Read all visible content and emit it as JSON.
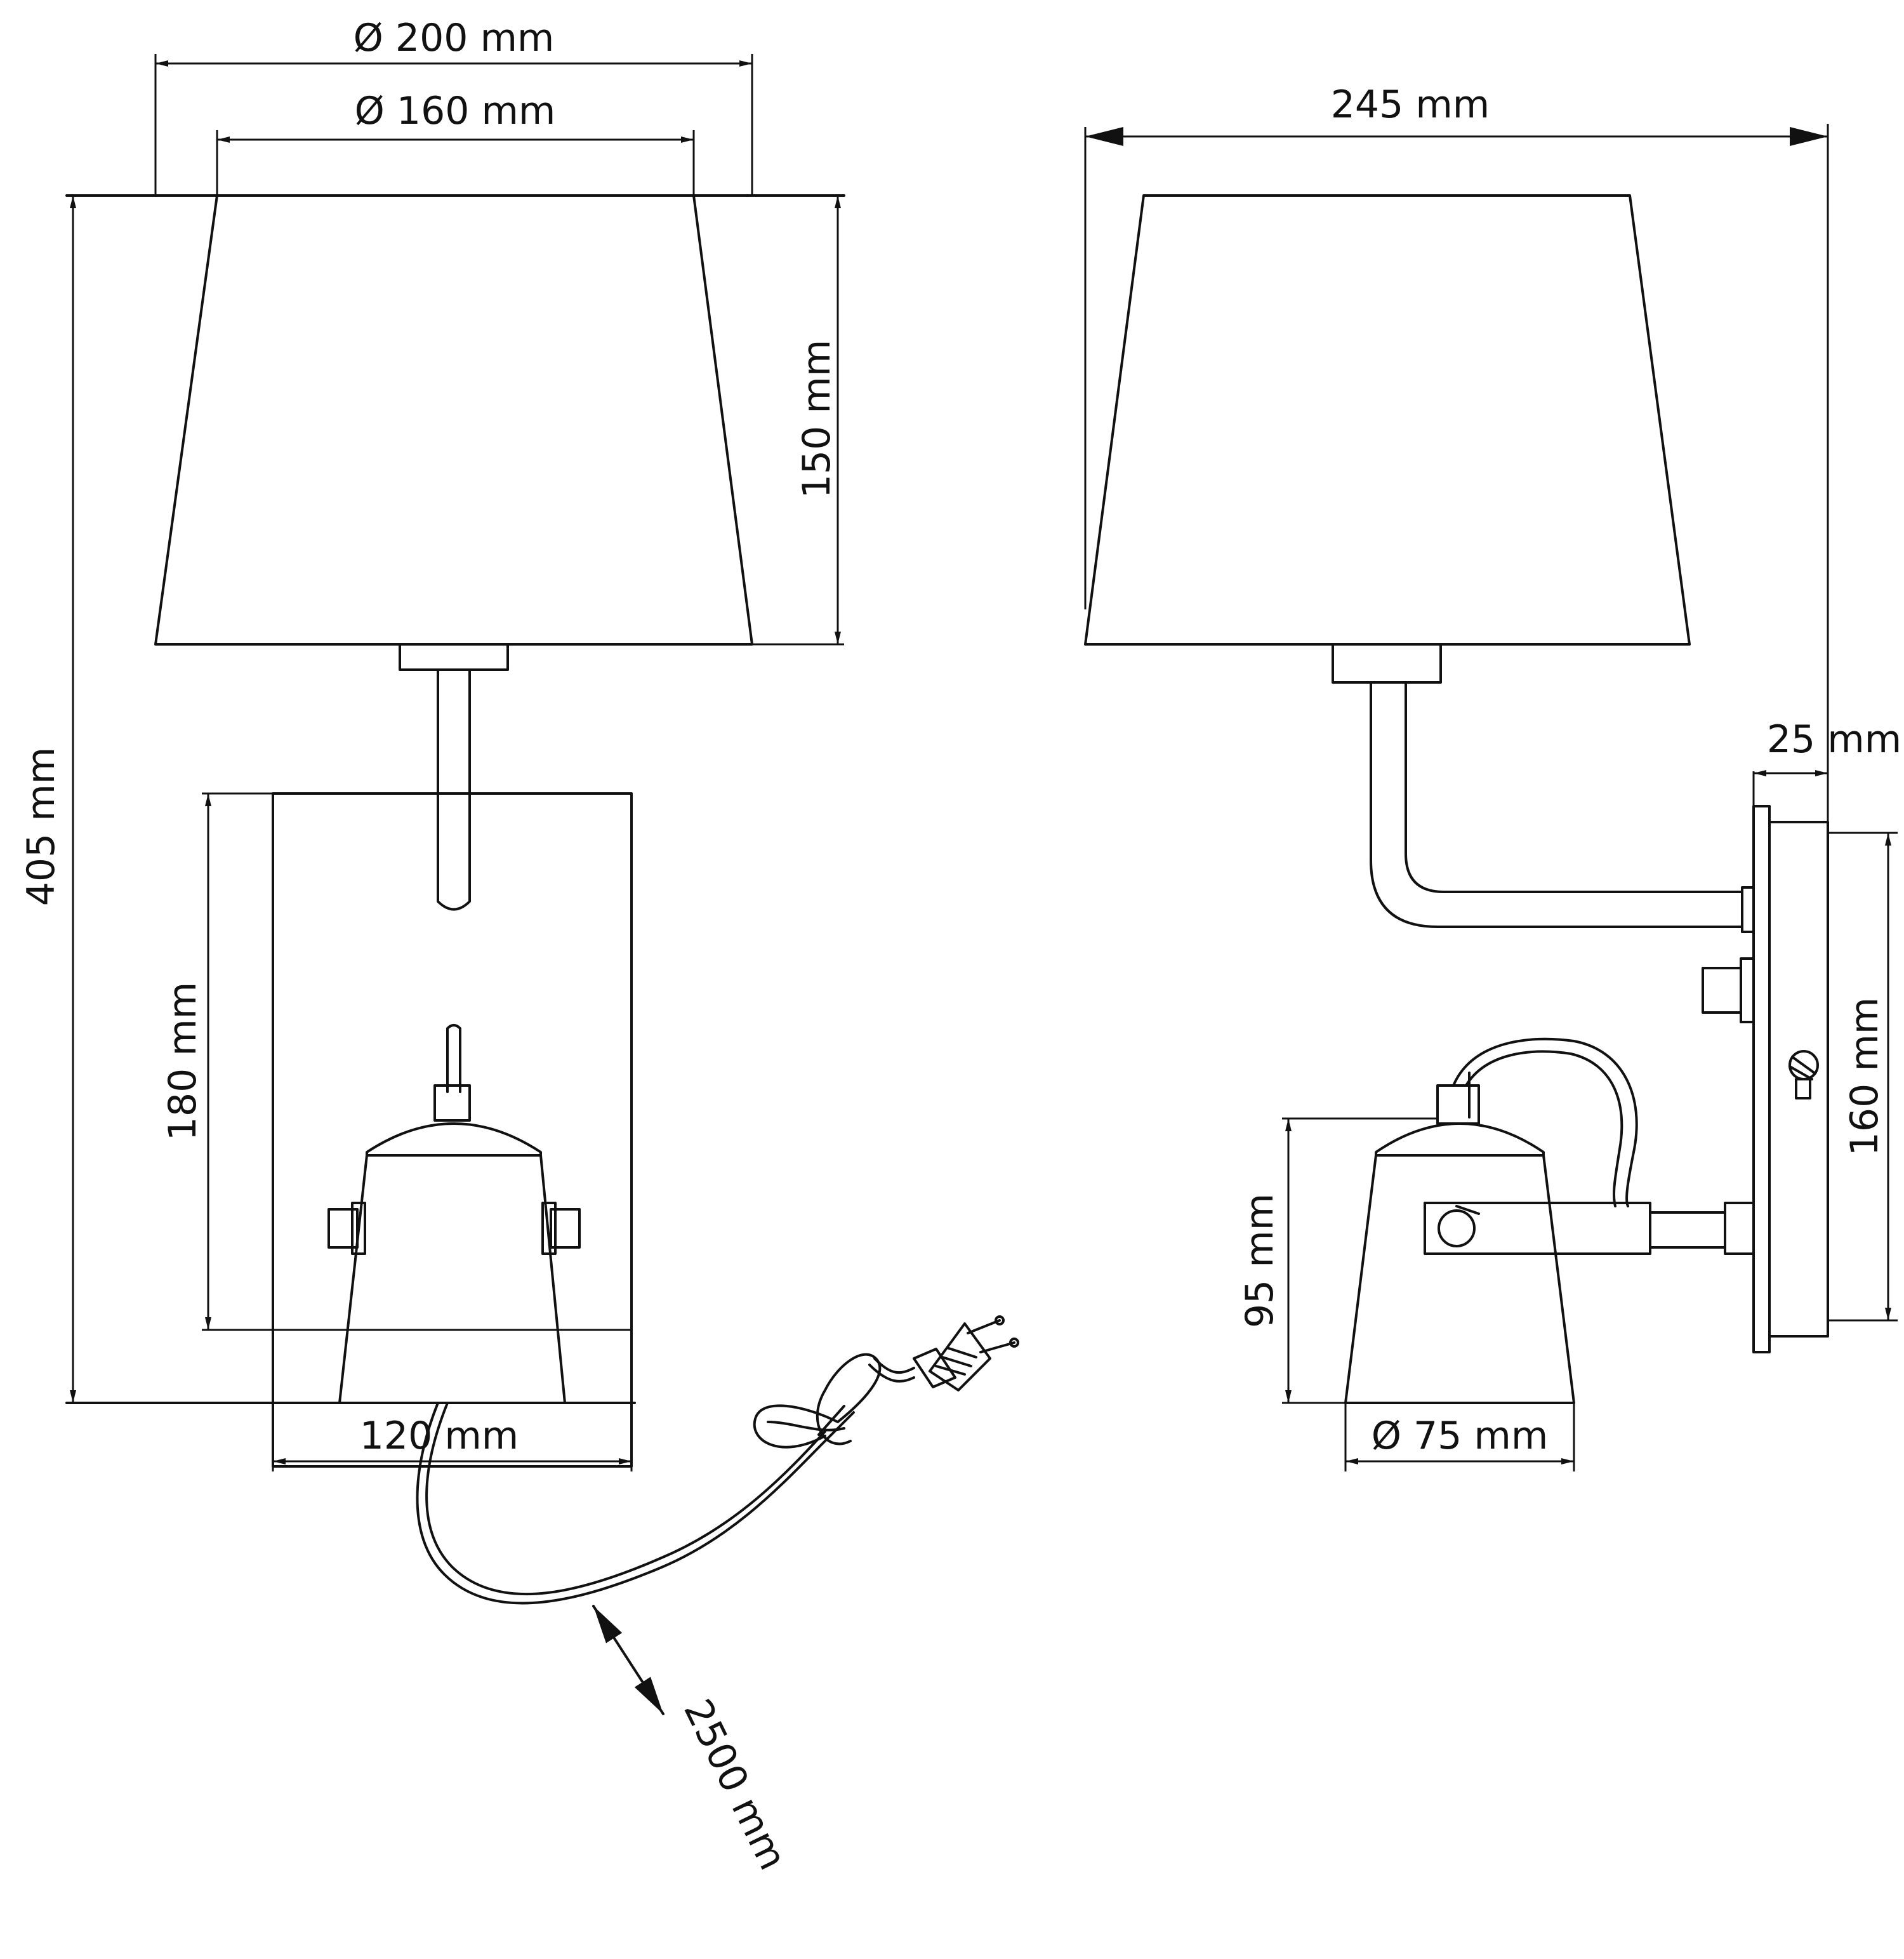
{
  "diagram": {
    "colors": {
      "line": "#111111",
      "background": "#ffffff"
    },
    "front_view": {
      "outer_shade_diameter": "Ø 200 mm",
      "inner_shade_diameter": "Ø 160 mm",
      "shade_height": "150 mm",
      "total_height": "405 mm",
      "backplate_height": "180 mm",
      "backplate_width": "120 mm",
      "cable_length": "2500 mm"
    },
    "side_view": {
      "projection": "245 mm",
      "backplate_depth": "25 mm",
      "backplate_height": "160 mm",
      "spot_height": "95 mm",
      "spot_diameter": "Ø 75 mm"
    }
  }
}
